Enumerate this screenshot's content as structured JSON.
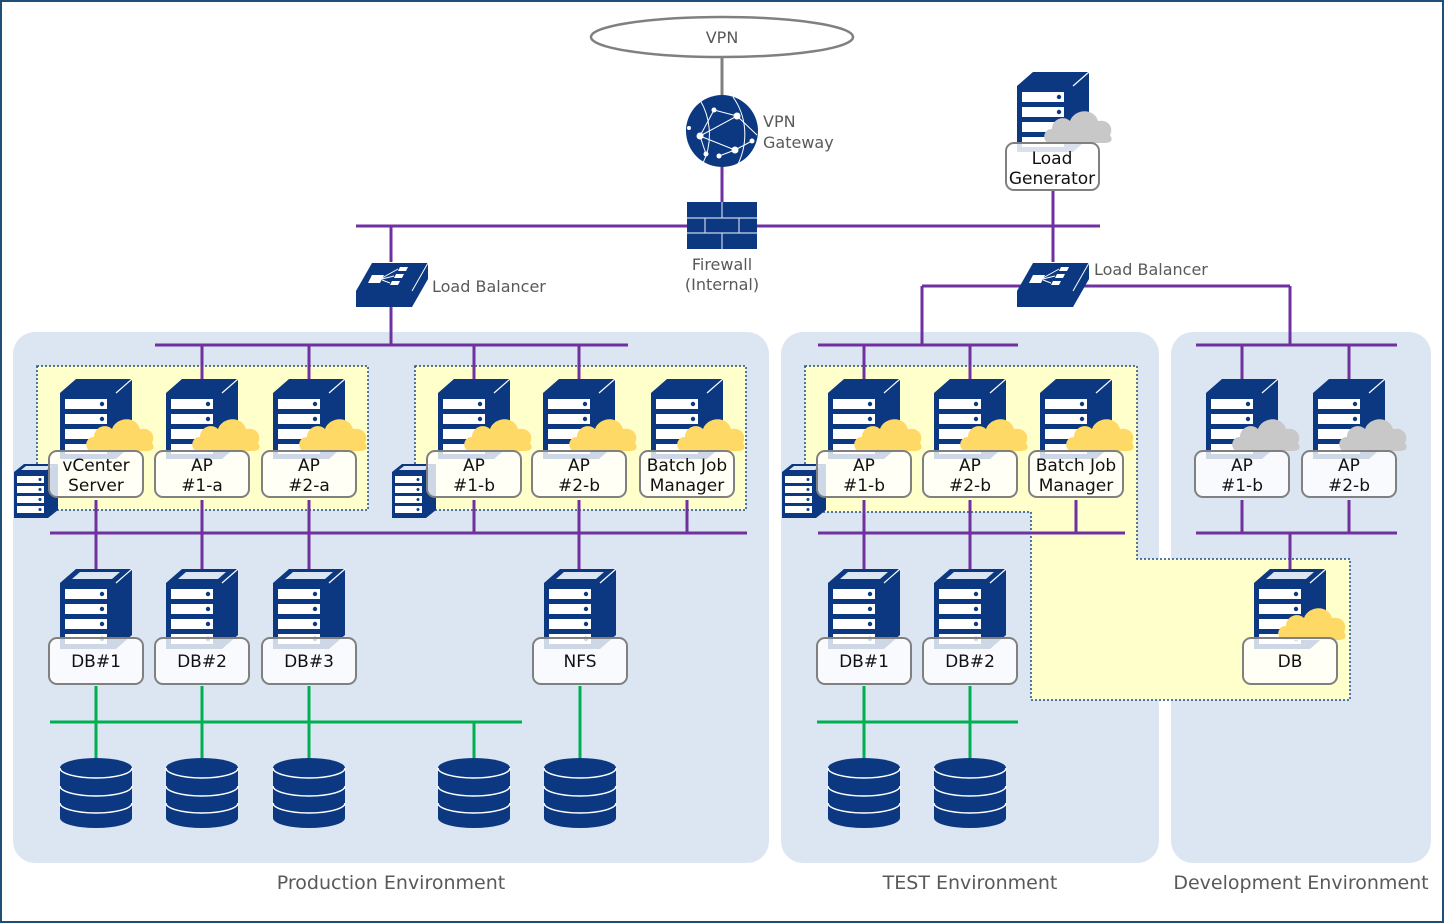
{
  "colors": {
    "navy": "#0b3880",
    "purple": "#7030a0",
    "green": "#00b050",
    "env_bg": "#dce6f2",
    "yellow_bg": "#ffffcc",
    "cloud_yellow": "#ffd966",
    "cloud_gray": "#c8c8c8",
    "text_gray": "#595959"
  },
  "top": {
    "vpn_label": "VPN",
    "vpn_gateway_label": [
      "VPN",
      "Gateway"
    ],
    "firewall_label": [
      "Firewall",
      "(Internal)"
    ],
    "load_generator_label": [
      "Load",
      "Generator"
    ],
    "load_balancer_left_label": "Load Balancer",
    "load_balancer_right_label": "Load Balancer"
  },
  "environments": {
    "production": {
      "label": "Production Environment",
      "ap_servers": [
        {
          "label": [
            "vCenter",
            "Server"
          ],
          "cloud": "yellow"
        },
        {
          "label": [
            "AP",
            "#1-a"
          ],
          "cloud": "yellow"
        },
        {
          "label": [
            "AP",
            "#2-a"
          ],
          "cloud": "yellow"
        },
        {
          "label": [
            "AP",
            "#1-b"
          ],
          "cloud": "yellow"
        },
        {
          "label": [
            "AP",
            "#2-b"
          ],
          "cloud": "yellow"
        },
        {
          "label": [
            "Batch Job",
            "Manager"
          ],
          "cloud": "yellow"
        }
      ],
      "db_servers": [
        {
          "label": "DB#1"
        },
        {
          "label": "DB#2"
        },
        {
          "label": "DB#3"
        },
        {
          "label": "NFS"
        }
      ],
      "storage_count": 5
    },
    "test": {
      "label": "TEST Environment",
      "ap_servers": [
        {
          "label": [
            "AP",
            "#1-b"
          ],
          "cloud": "yellow"
        },
        {
          "label": [
            "AP",
            "#2-b"
          ],
          "cloud": "yellow"
        },
        {
          "label": [
            "Batch Job",
            "Manager"
          ],
          "cloud": "yellow"
        }
      ],
      "db_servers": [
        {
          "label": "DB#1"
        },
        {
          "label": "DB#2"
        }
      ],
      "storage_count": 2
    },
    "development": {
      "label": "Development Environment",
      "ap_servers": [
        {
          "label": [
            "AP",
            "#1-b"
          ],
          "cloud": "gray"
        },
        {
          "label": [
            "AP",
            "#2-b"
          ],
          "cloud": "gray"
        }
      ],
      "db_servers": [
        {
          "label": "DB",
          "cloud": "yellow"
        }
      ]
    }
  }
}
